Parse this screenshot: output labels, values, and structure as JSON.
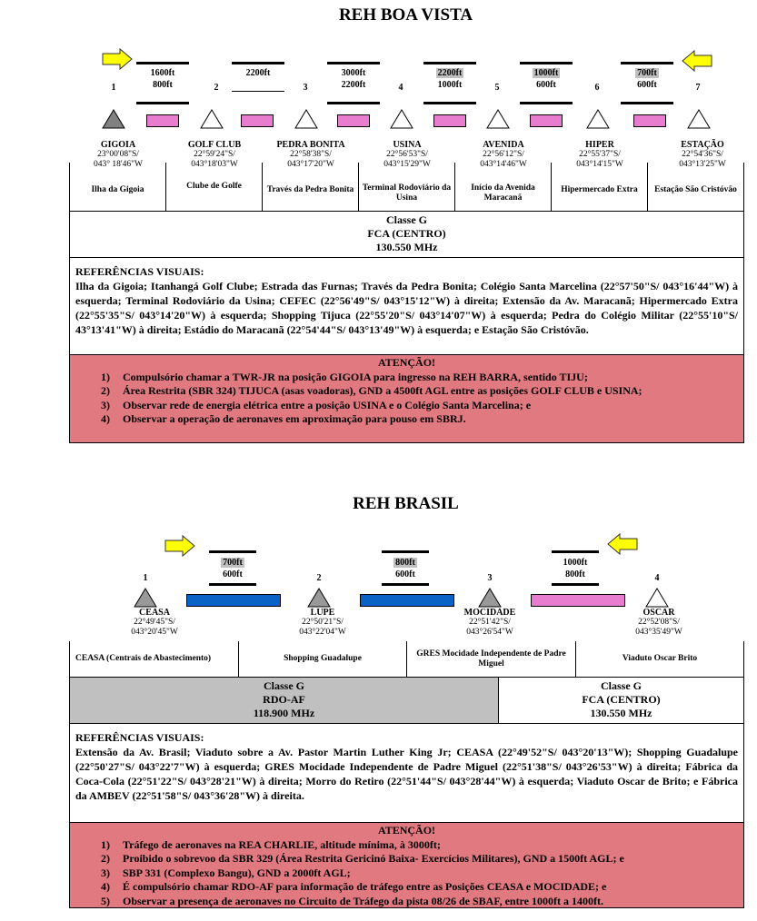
{
  "section1": {
    "title": "REH BOA VISTA",
    "numbers": [
      "1",
      "2",
      "3",
      "4",
      "5",
      "6",
      "7"
    ],
    "altitudes": [
      {
        "top": "1600ft",
        "bottom": "800ft"
      },
      {
        "top": "2200ft",
        "bottom": ""
      },
      {
        "top": "3000ft",
        "bottom": "2200ft"
      },
      {
        "top": "2200ft",
        "bottom": "1000ft"
      },
      {
        "top": "1000ft",
        "bottom": "600ft"
      },
      {
        "top": "700ft",
        "bottom": "600ft"
      }
    ],
    "points": [
      {
        "name": "GIGOIA",
        "lat": "23°00'08\"S/",
        "lon": "043° 18'46\"W",
        "filled": true
      },
      {
        "name": "GOLF CLUB",
        "lat": "22°59'24\"S/",
        "lon": "043°18'03\"W",
        "filled": false
      },
      {
        "name": "PEDRA BONITA",
        "lat": "22°58'38\"S/",
        "lon": "043°17'20\"W",
        "filled": false
      },
      {
        "name": "USINA",
        "lat": "22°56'53\"S/",
        "lon": "043°15'29\"W",
        "filled": false
      },
      {
        "name": "AVENIDA",
        "lat": "22°56'12\"S/",
        "lon": "043°14'46\"W",
        "filled": false
      },
      {
        "name": "HIPER",
        "lat": "22°55'37\"S/",
        "lon": "043°14'15\"W",
        "filled": false
      },
      {
        "name": "ESTAÇÃO",
        "lat": "22°54'36\"S/",
        "lon": "043°13'25\"W",
        "filled": false
      }
    ],
    "landmarks": [
      "Ilha da Gigoia",
      "Clube de Golfe",
      "Través da Pedra Bonita",
      "Terminal Rodoviário da Usina",
      "Início da Avenida Maracanã",
      "Hipermercado Extra",
      "Estação São Cristóvão"
    ],
    "frequency": {
      "classe": "Classe G",
      "unit": "FCA (CENTRO)",
      "mhz": "130.550 MHz"
    },
    "refs_title": "REFERÊNCIAS VISUAIS:",
    "refs_text": "Ilha da Gigoia; Itanhangá Golf Clube; Estrada das Furnas; Través da Pedra Bonita; Colégio Santa Marcelina (22°57'50\"S/ 043°16'44\"W) à esquerda; Terminal Rodoviário da Usina; CEFEC (22°56'49\"S/ 043°15'12\"W) à direita; Extensão da Av. Maracanã; Hipermercado Extra (22°55'35\"S/ 043°14'20\"W) à esquerda; Shopping Tijuca (22°55'20\"S/ 043°14'07\"W) à esquerda; Pedra do Colégio Militar (22°55'10\"S/ 43°13'41\"W) à direita; Estádio do Maracanã (22°54'44\"S/ 043°13'49\"W) à esquerda; e Estação São Cristóvão.",
    "attention_title": "ATENÇÃO!",
    "attention": [
      {
        "n": "1)",
        "text": "Compulsório chamar a TWR-JR na posição GIGOIA para ingresso na REH BARRA, sentido TIJU;"
      },
      {
        "n": "2)",
        "text": "Área Restrita (SBR 324) TIJUCA (asas voadoras), GND a 4500ft AGL entre as posições GOLF CLUB e USINA;"
      },
      {
        "n": "3)",
        "text": "Observar rede de energia elétrica entre a posição USINA e o Colégio Santa Marcelina; e"
      },
      {
        "n": "4)",
        "text": "Observar a operação de aeronaves em aproximação para pouso em SBRJ."
      }
    ]
  },
  "section2": {
    "title": "REH BRASIL",
    "numbers": [
      "1",
      "2",
      "3",
      "4"
    ],
    "altitudes": [
      {
        "top": "700ft",
        "bottom": "600ft"
      },
      {
        "top": "800ft",
        "bottom": "600ft"
      },
      {
        "top": "1000ft",
        "bottom": "800ft"
      }
    ],
    "points": [
      {
        "name": "CEASA",
        "lat": "22°49'45\"S/",
        "lon": "043°20'45\"W",
        "filled": true
      },
      {
        "name": "LUPE",
        "lat": "22°50'21\"S/",
        "lon": "043°22'04\"W",
        "filled": true
      },
      {
        "name": "MOCIDADE",
        "lat": "22°51'42\"S/",
        "lon": "043°26'54\"W",
        "filled": true
      },
      {
        "name": "OSCAR",
        "lat": "22°52'08\"S/",
        "lon": "043°35'49\"W",
        "filled": false
      }
    ],
    "landmarks": [
      "CEASA (Centrais de Abastecimento)",
      "Shopping Guadalupe",
      "GRES Mocidade Independente de Padre Miguel",
      "Viaduto Oscar Brito"
    ],
    "freq_left": {
      "classe": "Classe G",
      "unit": "RDO-AF",
      "mhz": "118.900 MHz"
    },
    "freq_right": {
      "classe": "Classe G",
      "unit": "FCA (CENTRO)",
      "mhz": "130.550 MHz"
    },
    "refs_title": "REFERÊNCIAS VISUAIS:",
    "refs_text": "Extensão da Av. Brasil; Viaduto sobre a Av. Pastor Martin Luther King Jr; CEASA (22°49'52\"S/ 043°20'13\"W); Shopping Guadalupe (22°50'27\"S/ 043°22'7\"W) à esquerda; GRES Mocidade Independente de Padre Miguel (22°51'38\"S/ 043°26'53\"W) à direita; Fábrica da Coca-Cola (22°51'22\"S/ 043°28'21\"W) à direita; Morro do Retiro (22°51'44\"S/ 043°28'44\"W) à esquerda; Viaduto Oscar de Brito; e Fábrica da AMBEV (22°51'58\"S/ 043°36'28\"W) à direita.",
    "attention_title": "ATENÇÃO!",
    "attention": [
      {
        "n": "1)",
        "text": "Tráfego de aeronaves na REA CHARLIE, altitude mínima, à 3000ft;"
      },
      {
        "n": "2)",
        "text": "Proibido o sobrevoo da SBR 329 (Área Restrita Gericinó Baixa- Exercícios Militares), GND a 1500ft AGL; e"
      },
      {
        "n": "3)",
        "text": "SBP 331 (Complexo Bangu), GND a 2000ft AGL;"
      },
      {
        "n": "4)",
        "text": "É compulsório chamar RDO-AF para informação de tráfego entre as Posições CEASA e MOCIDADE; e"
      },
      {
        "n": "5)",
        "text": "Observar a presença de aeronaves no Circuito de Tráfego da pista 08/26 de SBAF, entre 1000ft a 1400ft."
      }
    ],
    "colors": {
      "arrow": "#ffff00",
      "pink": "#e87dd0",
      "blue": "#0a62c6",
      "attention": "#e07a80",
      "grey": "#c0c0c0"
    }
  }
}
